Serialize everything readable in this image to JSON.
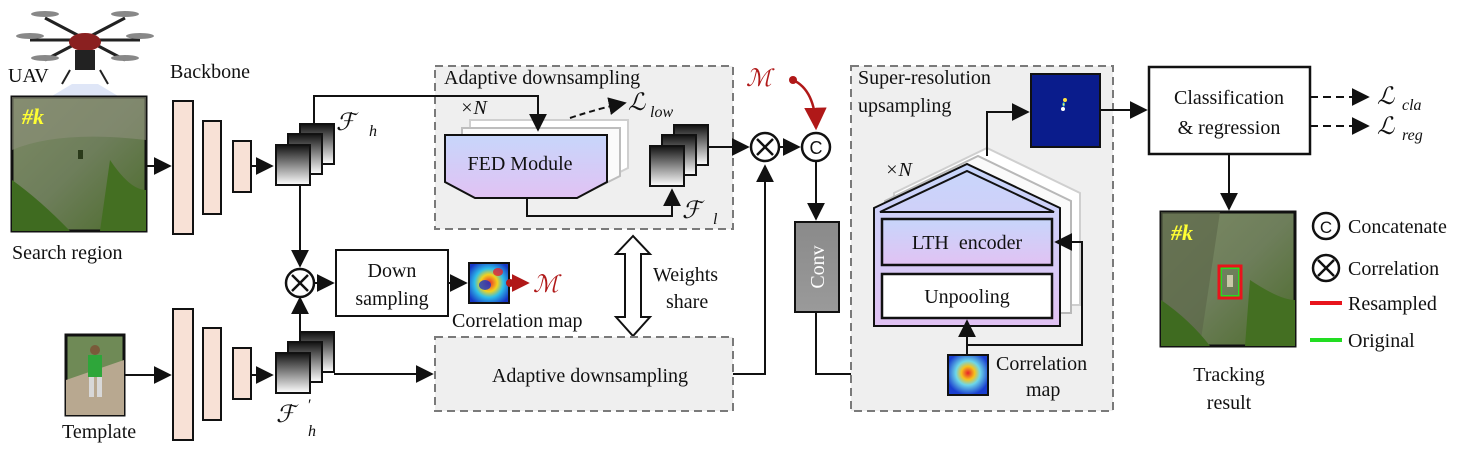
{
  "labels": {
    "uav": "UAV",
    "backbone": "Backbone",
    "search_region": "Search region",
    "template": "Template",
    "frame_index": "#k",
    "adaptive_downsampling_top": "Adaptive downsampling",
    "times_n_top": "×N",
    "fed_module": "FED Module",
    "down_sampling_line1": "Down",
    "down_sampling_line2": "sampling",
    "correlation_map_left": "Correlation map",
    "weights_share_line1": "Weights",
    "weights_share_line2": "share",
    "adaptive_downsampling_bottom": "Adaptive downsampling",
    "conv": "Conv",
    "sr_title_line1": "Super-resolution",
    "sr_title_line2": "upsampling",
    "times_n_sr": "×N",
    "lth_encoder": "LTH  encoder",
    "unpooling": "Unpooling",
    "correlation_map_sr_line1": "Correlation",
    "correlation_map_sr_line2": "map",
    "cls_reg_line1": "Classification",
    "cls_reg_line2": "& regression",
    "tracking_result_line1": "Tracking",
    "tracking_result_line2": "result",
    "concat_symbol": "C",
    "corr_symbol": "×"
  },
  "math": {
    "F": "ℱ",
    "F_h_sub": "h",
    "F_l_sub": "l",
    "prime": "′",
    "M": "ℳ",
    "L": "ℒ",
    "L_low_sub": "low",
    "L_cla_sub": "cla",
    "L_reg_sub": "reg"
  },
  "legend": [
    {
      "kind": "concat",
      "label": "Concatenate"
    },
    {
      "kind": "corr",
      "label": "Correlation"
    },
    {
      "kind": "line",
      "color": "#e8141c",
      "label": "Resampled"
    },
    {
      "kind": "line",
      "color": "#22dd22",
      "label": "Original"
    }
  ],
  "colors": {
    "backbone_fill": "#f8e1d6",
    "fed_top": "#c7d6fb",
    "fed_bottom": "#e1c2f3",
    "panel_fill": "#efefef",
    "panel_stroke": "#7a7a7a",
    "heatmap_bg": "#0a1c8c",
    "m_red": "#b01818",
    "resampled": "#e8141c",
    "original": "#22dd22"
  }
}
